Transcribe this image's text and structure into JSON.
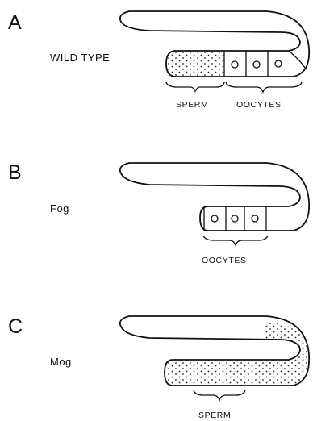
{
  "panels": [
    {
      "letter": "A",
      "genotype": "WILD TYPE",
      "sperm_label": "SPERM",
      "oocytes_label": "OOCYTES"
    },
    {
      "letter": "B",
      "genotype": "Fog",
      "oocytes_label": "OOCYTES"
    },
    {
      "letter": "C",
      "genotype": "Mog",
      "sperm_label": "SPERM"
    }
  ]
}
